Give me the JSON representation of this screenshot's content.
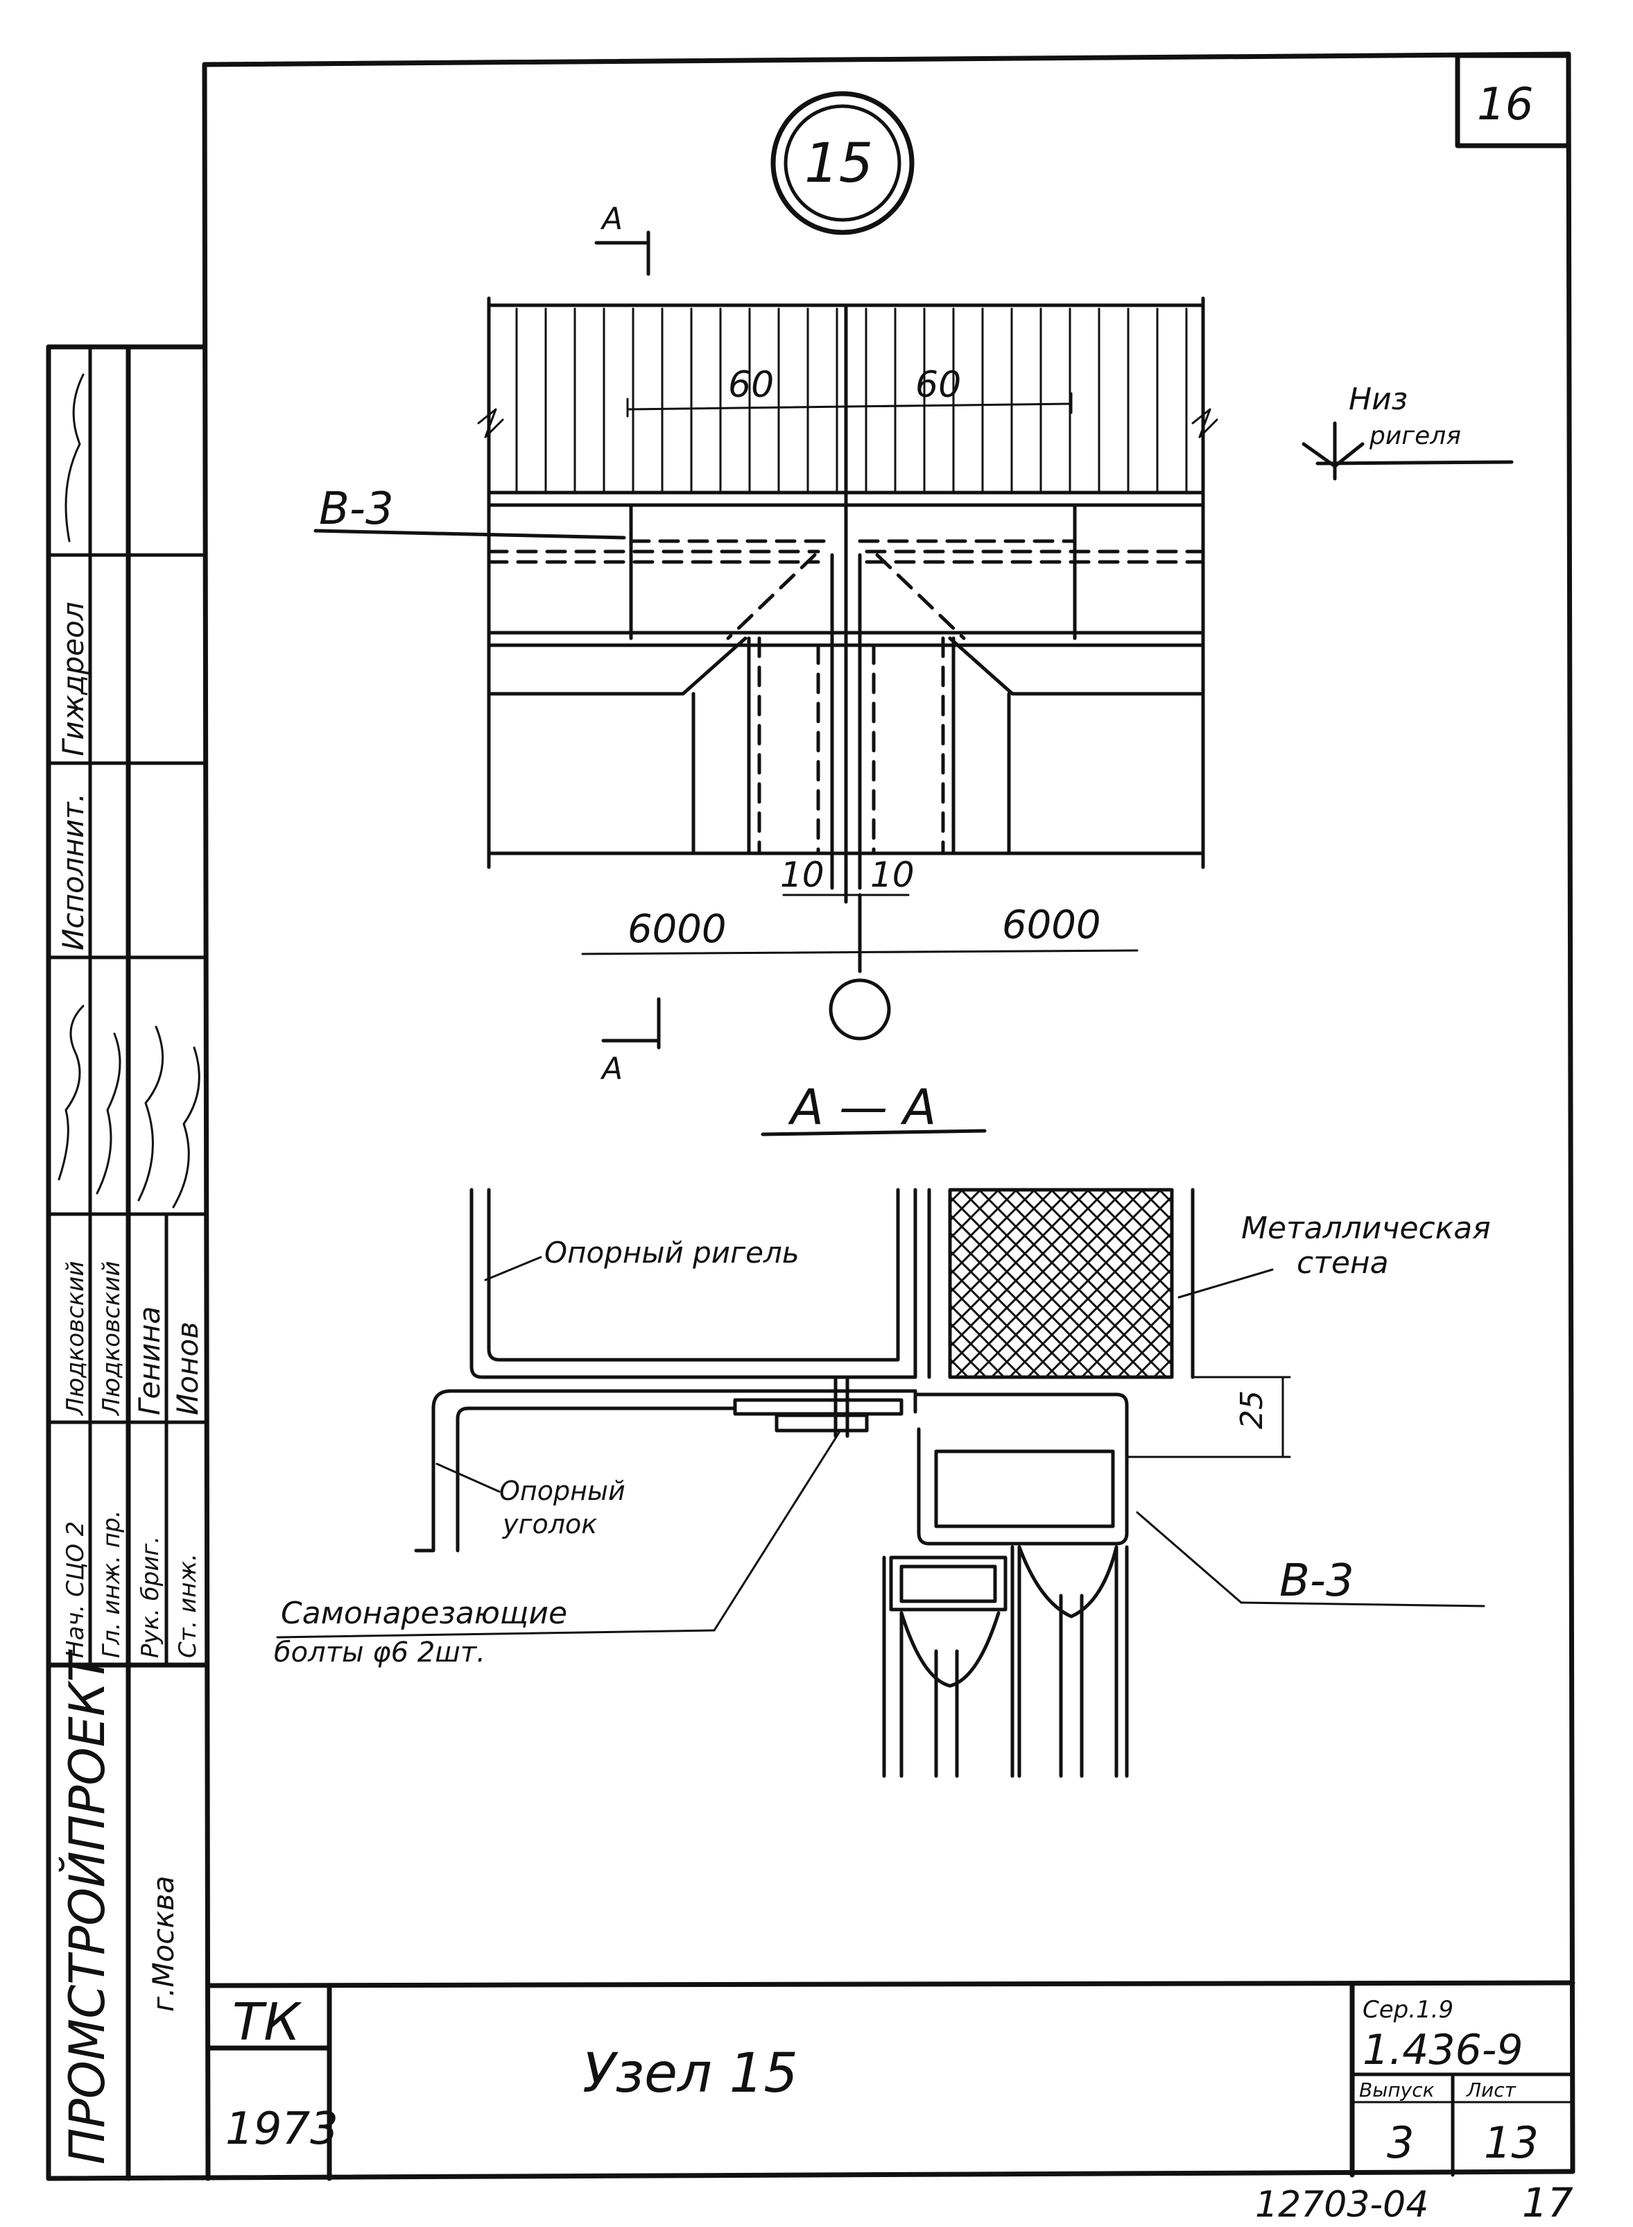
{
  "sheet": {
    "number_top": "16",
    "node_badge": "15",
    "page_bottom": "17",
    "archive_number": "12703-04"
  },
  "plan": {
    "section_label": "А",
    "dim_left": "60",
    "dim_right": "60",
    "gap_left": "10",
    "gap_right": "10",
    "span_left": "6000",
    "span_right": "6000",
    "level_label_1": "Низ",
    "level_label_2": "ригеля",
    "element_label": "В-3"
  },
  "section": {
    "title": "А — А",
    "label_support_beam": "Опорный ригель",
    "label_wall_1": "Металлическая",
    "label_wall_2": "стена",
    "label_support_angle_1": "Опорный",
    "label_support_angle_2": "уголок",
    "dim_25": "25",
    "label_panel": "В-3",
    "label_bolts_1": "Самонарезающие",
    "label_bolts_2": "болты φ6     2шт."
  },
  "stamp": {
    "org_name": "ПРОМСТРОЙПРОЕКТ",
    "org_city": "г.Москва",
    "roles": [
      "Нач. СЦО 2",
      "Гл. инж. пр.",
      "Рук. бриг.",
      "Ст. инж."
    ],
    "names": [
      "Людковский",
      "Людковский",
      "Генина",
      "Ионов"
    ],
    "executor_header": "Исполнит.",
    "checker_header": "Гиждреол",
    "tk": "ТК",
    "year": "1973",
    "title": "Узел 15",
    "series_label": "Сер.1.9",
    "series_number": "1.436-9",
    "issue_label": "Выпуск",
    "sheet_label": "Лист",
    "issue_value": "3",
    "sheet_value": "13"
  }
}
